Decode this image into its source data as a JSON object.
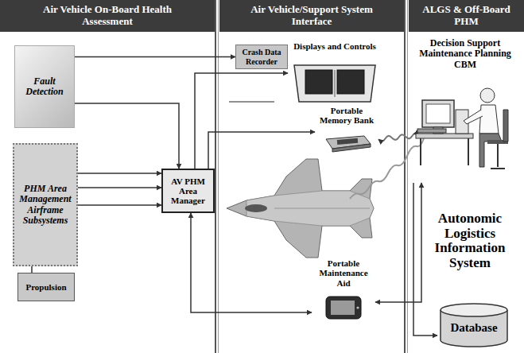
{
  "diagram": {
    "nodes": [
      {
        "text": [
          "Air Vehicle On-Board Health Assessment"
        ]
      },
      {
        "text": [
          "Air Vehicle/Support System Interface"
        ]
      },
      {
        "text": [
          "ALGS & Off-Board PHM"
        ]
      },
      {
        "text": [
          "Fault Detection"
        ]
      },
      {
        "text": [
          "PHM Area Management Airframe Subsystems"
        ]
      },
      {
        "text": [
          "Propulsion"
        ]
      },
      {
        "text": [
          "AV PHM Area Manager"
        ]
      },
      {
        "text": [
          "Crash Data Recorder"
        ]
      },
      {
        "text": [
          "Displays and Controls"
        ]
      },
      {
        "text": [
          "Portable Memory Bank"
        ]
      },
      {
        "text": [
          "Portable Maintenance Aid"
        ]
      },
      {
        "text": [
          "Decision Support Maintenance Planning CBM"
        ]
      },
      {
        "text": [
          "Database"
        ]
      }
    ],
    "edges": [
      {
        "from": 3,
        "to": 7,
        "arrow": "to"
      },
      {
        "from": 3,
        "to": 6,
        "arrow": "to"
      },
      {
        "from": 6,
        "to": 8,
        "arrow": "to"
      },
      {
        "from": 6,
        "to": 9,
        "arrow": "to"
      },
      {
        "from": 4,
        "to": 6,
        "arrow": "to"
      },
      {
        "from": 4,
        "to": 6,
        "arrow": "to"
      },
      {
        "from": 4,
        "to": 6,
        "arrow": "to"
      },
      {
        "from": 5,
        "to": 4,
        "arrow": "none"
      },
      {
        "from": 6,
        "to": 10,
        "arrow": "both"
      },
      {
        "from": 9,
        "to": 11,
        "arrow": "both"
      },
      {
        "from": 11,
        "to": 10,
        "arrow": "both"
      },
      {
        "from": 11,
        "to": 12,
        "arrow": "to"
      }
    ],
    "labels": [
      "Autonomic Logistics Information System"
    ]
  }
}
